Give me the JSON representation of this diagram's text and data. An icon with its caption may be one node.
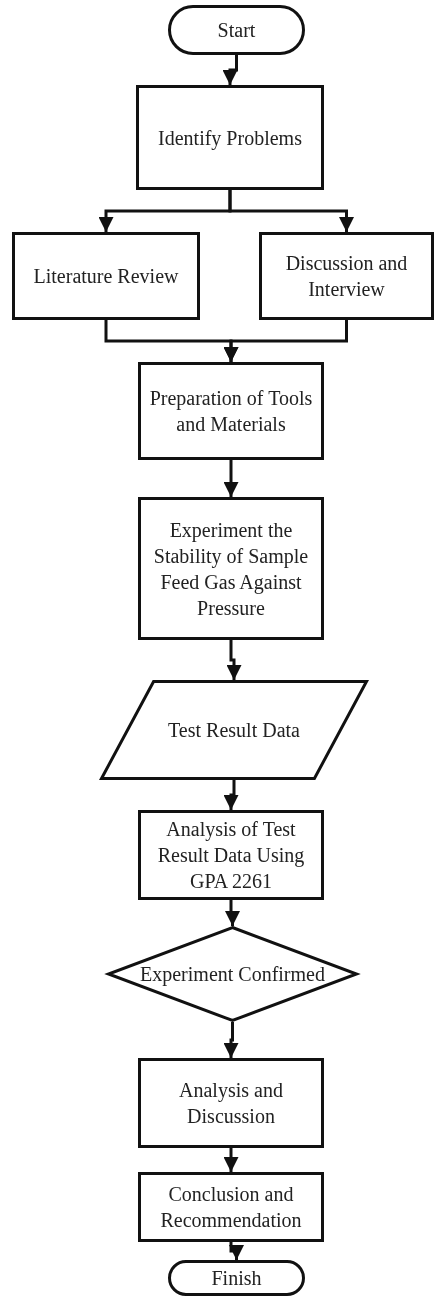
{
  "diagram": {
    "nodes": [
      {
        "text": [
          "Start"
        ]
      },
      {
        "text": [
          "Identify Problems"
        ]
      },
      {
        "text": [
          "Literature Review"
        ]
      },
      {
        "text": [
          "Discussion and Interview"
        ]
      },
      {
        "text": [
          "Preparation of Tools and Materials"
        ]
      },
      {
        "text": [
          "Experiment the Stability of Sample Feed Gas Against Pressure"
        ]
      },
      {
        "text": [
          "Test Result Data"
        ]
      },
      {
        "text": [
          "Analysis of Test Result Data Using GPA 2261"
        ]
      },
      {
        "text": [
          "Experiment Confirmed"
        ]
      },
      {
        "text": [
          "Analysis and Discussion"
        ]
      },
      {
        "text": [
          "Conclusion and Recommendation"
        ]
      },
      {
        "text": [
          "Finish"
        ]
      }
    ],
    "edges": [
      {
        "from": 0,
        "to": 1,
        "arrow": "to"
      },
      {
        "from": 1,
        "to": 2,
        "arrow": "to"
      },
      {
        "from": 1,
        "to": 3,
        "arrow": "to"
      },
      {
        "from": 2,
        "to": 4,
        "arrow": "to"
      },
      {
        "from": 3,
        "to": 4,
        "arrow": "to"
      },
      {
        "from": 4,
        "to": 5,
        "arrow": "to"
      },
      {
        "from": 5,
        "to": 6,
        "arrow": "to"
      },
      {
        "from": 6,
        "to": 7,
        "arrow": "to"
      },
      {
        "from": 7,
        "to": 8,
        "arrow": "to"
      },
      {
        "from": 8,
        "to": 9,
        "arrow": "to"
      },
      {
        "from": 9,
        "to": 10,
        "arrow": "to"
      },
      {
        "from": 10,
        "to": 11,
        "arrow": "to"
      }
    ]
  }
}
